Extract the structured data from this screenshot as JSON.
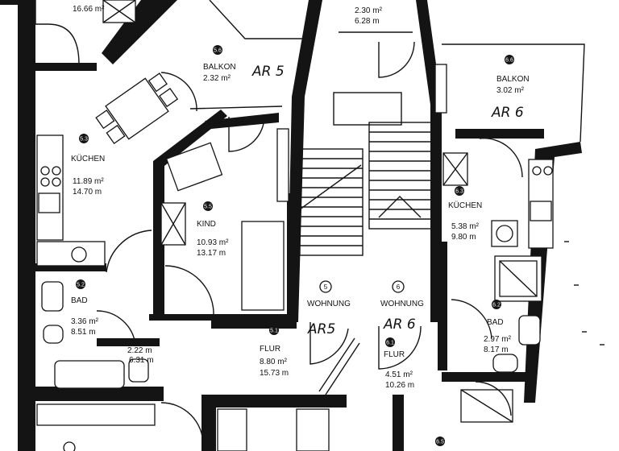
{
  "rooms": {
    "top_left": {
      "area1": "16.66 m²"
    },
    "top_center": {
      "area1": "2.30 m²",
      "area2": "6.28 m"
    },
    "balkon_ar5": {
      "num": "5.6",
      "name": "BALKON",
      "area1": "2.32 m²",
      "tag": "AR 5"
    },
    "balkon_ar6": {
      "num": "6.6",
      "name": "BALKON",
      "area1": "3.02 m²",
      "tag": "AR 6"
    },
    "kuche_ar5": {
      "num": "5.3",
      "name": "KÜCHEN",
      "area1": "11.89 m²",
      "area2": "14.70 m"
    },
    "kind": {
      "num": "5.5",
      "name": "KIND",
      "area1": "10.93 m²",
      "area2": "13.17 m"
    },
    "bad_ar5": {
      "num": "5.2",
      "name": "BAD",
      "area1": "3.36 m²",
      "area2": "8.51 m"
    },
    "wc_ar5": {
      "area1": "2.22 m",
      "area2": "6.31 m"
    },
    "flur_ar5": {
      "num": "5.1",
      "name": "FLUR",
      "area1": "8.80 m²",
      "area2": "15.73 m"
    },
    "wohnung_ar5": {
      "num": "5",
      "name": "WOHNUNG",
      "tag": "AR5"
    },
    "wohnung_ar6": {
      "num": "6",
      "name": "WOHNUNG",
      "tag": "AR 6"
    },
    "flur_ar6": {
      "num": "6.1",
      "name": "FLUR",
      "area1": "4.51 m²",
      "area2": "10.26 m"
    },
    "kuche_ar6": {
      "num": "6.3",
      "name": "KÜCHEN",
      "area1": "5.38 m²",
      "area2": "9.80 m"
    },
    "bad_ar6": {
      "num": "6.2",
      "name": "BAD",
      "area1": "2.97 m²",
      "area2": "8.17 m"
    },
    "bottom_right": {
      "num": "6.5"
    }
  }
}
